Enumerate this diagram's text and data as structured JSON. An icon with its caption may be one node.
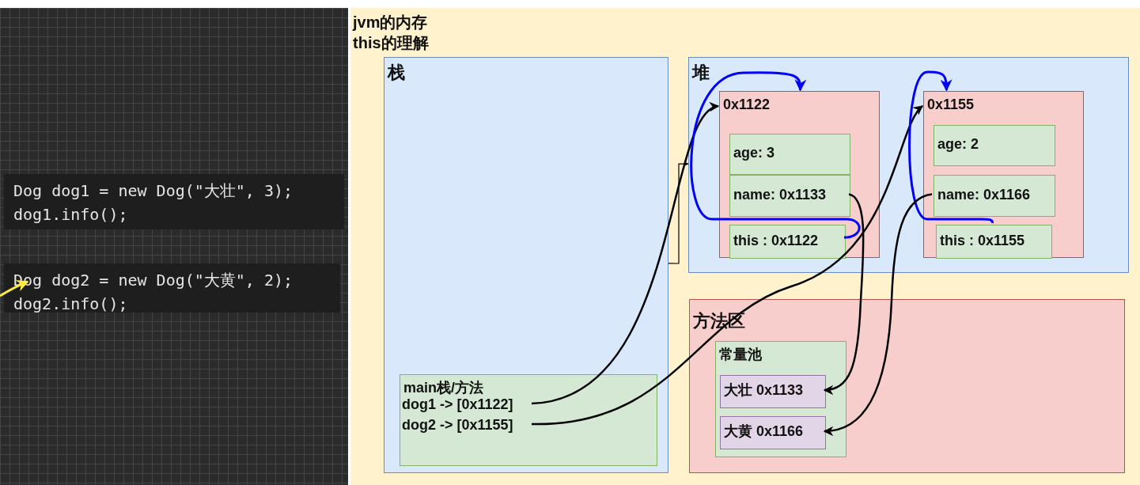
{
  "diagram": {
    "nodes": [
      {
        "text": [
          "Dog dog1 = new Dog(\"大壮\", 3);",
          "dog1.info();"
        ]
      },
      {
        "text": [
          "Dog dog2 = new Dog(\"大黄\", 2);",
          "dog2.info();"
        ]
      },
      {
        "text": [
          "jvm的内存",
          "this的理解"
        ]
      },
      {
        "text": [
          "栈"
        ],
        "in": 2
      },
      {
        "text": [
          "main栈/方法"
        ],
        "in": 3
      },
      {
        "text": [
          "dog1 -> [0x1122]"
        ],
        "in": 4
      },
      {
        "text": [
          "dog2 -> [0x1155]"
        ],
        "in": 4
      },
      {
        "text": [
          "堆"
        ],
        "in": 2
      },
      {
        "text": [
          "0x1122"
        ],
        "in": 7
      },
      {
        "text": [
          "age: 3"
        ],
        "in": 8
      },
      {
        "text": [
          "name: 0x1133"
        ],
        "in": 8
      },
      {
        "text": [
          "this : 0x1122"
        ],
        "in": 8
      },
      {
        "text": [
          "0x1155"
        ],
        "in": 7
      },
      {
        "text": [
          "age: 2"
        ],
        "in": 12
      },
      {
        "text": [
          "name: 0x1166"
        ],
        "in": 12
      },
      {
        "text": [
          "this : 0x1155"
        ],
        "in": 12
      },
      {
        "text": [
          "方法区"
        ],
        "in": 2
      },
      {
        "text": [
          "常量池"
        ],
        "in": 16
      },
      {
        "text": [
          "大壮 0x1133"
        ],
        "in": 17
      },
      {
        "text": [
          "大黄 0x1166"
        ],
        "in": 17
      }
    ],
    "edges": [
      {
        "from": 5,
        "to": 8,
        "arrow": "to"
      },
      {
        "from": 6,
        "to": 12,
        "arrow": "to"
      },
      {
        "from": 11,
        "to": 8,
        "arrow": "to",
        "color": "#0000ff"
      },
      {
        "from": 15,
        "to": 12,
        "arrow": "to",
        "color": "#0000ff"
      },
      {
        "from": 10,
        "to": 18,
        "arrow": "to"
      },
      {
        "from": 14,
        "to": 19,
        "arrow": "to"
      },
      {
        "from": 3,
        "to": 7,
        "arrow": "to"
      },
      {
        "from": null,
        "to": 1,
        "arrow": "to",
        "color": "#ffeb3b"
      }
    ]
  }
}
